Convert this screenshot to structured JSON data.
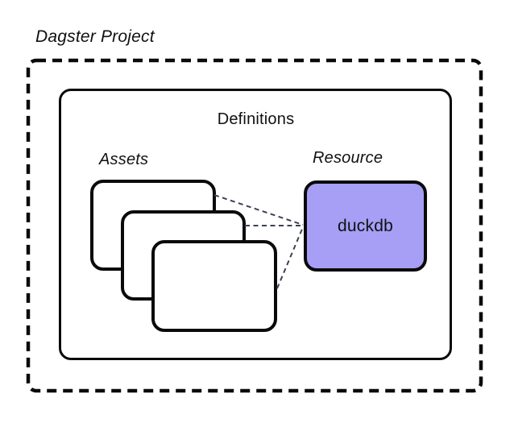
{
  "page": {
    "title": "Dagster Project"
  },
  "definitions": {
    "label": "Definitions"
  },
  "assets": {
    "label": "Assets",
    "box_count": 3
  },
  "resource": {
    "label": "Resource",
    "name": "duckdb"
  },
  "colors": {
    "resource_fill": "#a69ff5",
    "connector": "#3b4252",
    "outline": "#0a0a0a"
  }
}
